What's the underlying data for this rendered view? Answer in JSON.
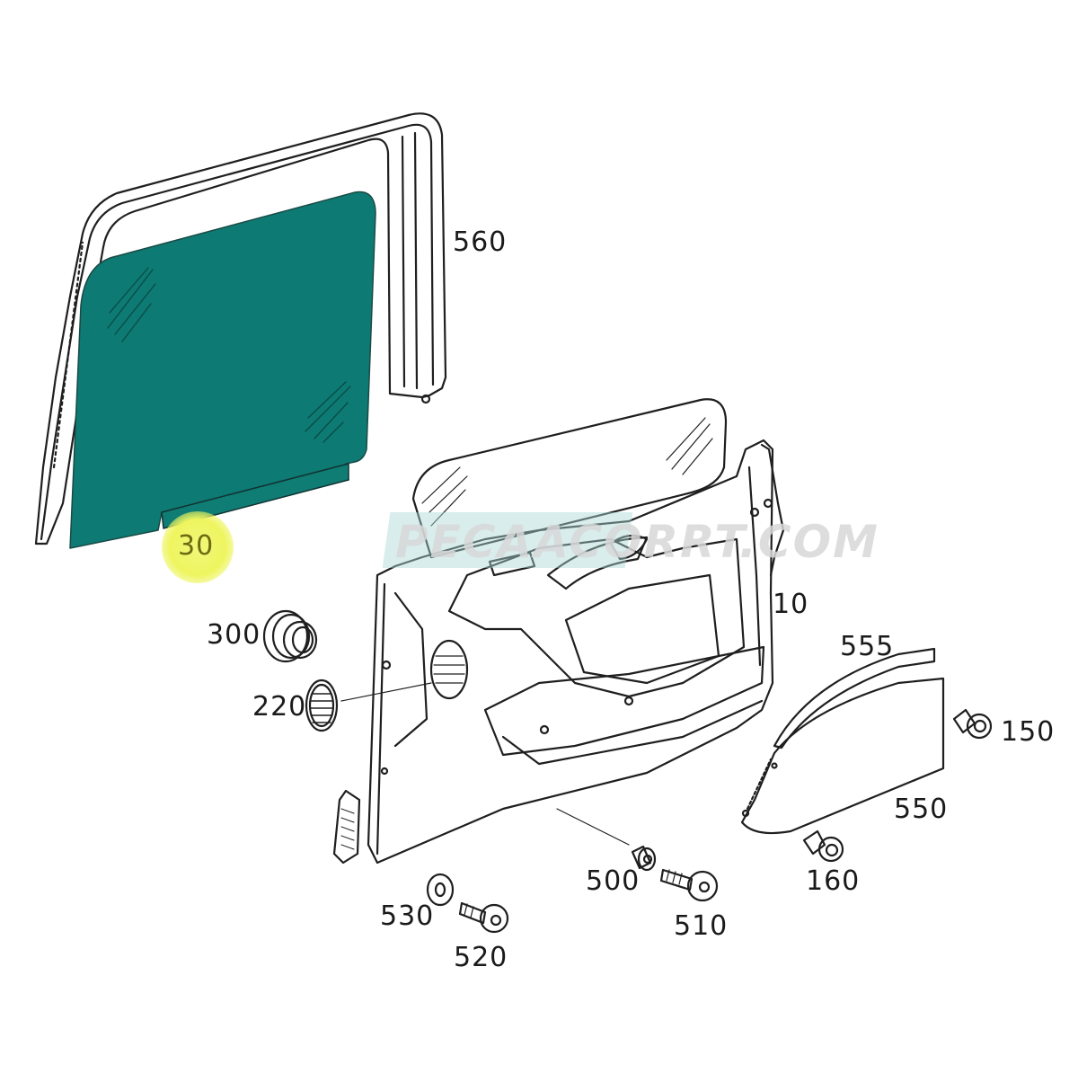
{
  "diagram": {
    "type": "exploded-parts-diagram",
    "subject": "rear door panel assembly",
    "accent_color": "#0d7a73",
    "highlight_color": "#eef55f",
    "highlighted_part": "30",
    "watermark": {
      "text": "PECAACORRT.COM",
      "color": "#aad7d7"
    },
    "parts": [
      {
        "id": "p560",
        "number": "560",
        "name": "window channel seal"
      },
      {
        "id": "p30",
        "number": "30",
        "name": "door window glass",
        "highlighted": true
      },
      {
        "id": "p10",
        "number": "10",
        "name": "door trim panel"
      },
      {
        "id": "p300",
        "number": "300",
        "name": "speaker grommet"
      },
      {
        "id": "p220",
        "number": "220",
        "name": "speaker grille"
      },
      {
        "id": "p555",
        "number": "555",
        "name": "trim strip"
      },
      {
        "id": "p150",
        "number": "150",
        "name": "clip"
      },
      {
        "id": "p550",
        "number": "550",
        "name": "trim cover"
      },
      {
        "id": "p160",
        "number": "160",
        "name": "clip"
      },
      {
        "id": "p500",
        "number": "500",
        "name": "expanding nut"
      },
      {
        "id": "p510",
        "number": "510",
        "name": "screw"
      },
      {
        "id": "p530",
        "number": "530",
        "name": "washer"
      },
      {
        "id": "p520",
        "number": "520",
        "name": "screw"
      }
    ]
  }
}
